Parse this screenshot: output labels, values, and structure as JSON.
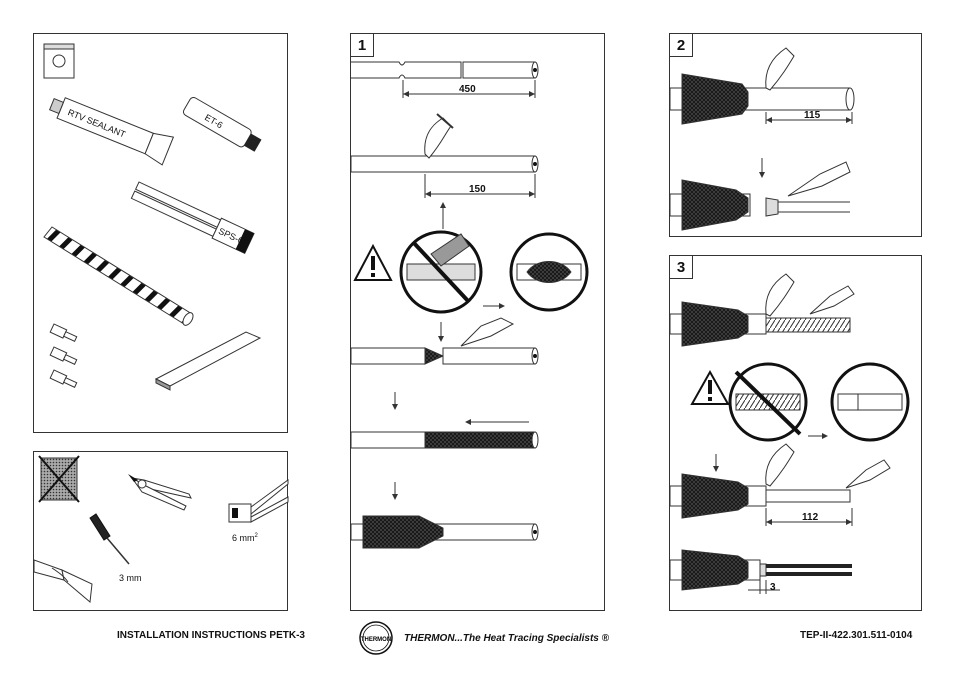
{
  "footer": {
    "left": "INSTALLATION INSTRUCTIONS PETK-3",
    "tagline": "THERMON...The Heat Tracing Specialists ®",
    "right": "TEP-II-422.301.511-0104",
    "logo_text": "THERMON"
  },
  "kit_panel": {
    "tube_label": "RTV SEALANT",
    "ring_label": "ET-6",
    "sleeve_label": "SPS-6"
  },
  "tools_panel": {
    "crimp_size": "6 mm",
    "crimp_sup": "2",
    "screwdriver_size": "3 mm"
  },
  "step1": {
    "number": "1",
    "dim_a": "450",
    "dim_b": "150"
  },
  "step2": {
    "number": "2",
    "dim_a": "115"
  },
  "step3": {
    "number": "3",
    "dim_a": "112",
    "dim_b": "3"
  }
}
